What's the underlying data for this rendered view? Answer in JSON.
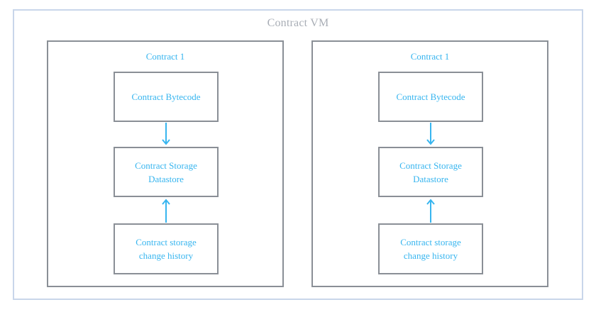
{
  "diagram": {
    "title": "Contract VM",
    "contracts": [
      {
        "title": "Contract 1",
        "bytecode": "Contract Bytecode",
        "storage": [
          "Contract Storage",
          "Datastore"
        ],
        "history": [
          "Contract storage",
          "change history"
        ]
      },
      {
        "title": "Contract 1",
        "bytecode": "Contract Bytecode",
        "storage": [
          "Contract Storage",
          "Datastore"
        ],
        "history": [
          "Contract storage",
          "change history"
        ]
      }
    ]
  },
  "colors": {
    "outer_border": "#c9d6ea",
    "box_border": "#8a8f96",
    "text_accent": "#37b5ef",
    "title_gray": "#a9aeb6"
  }
}
